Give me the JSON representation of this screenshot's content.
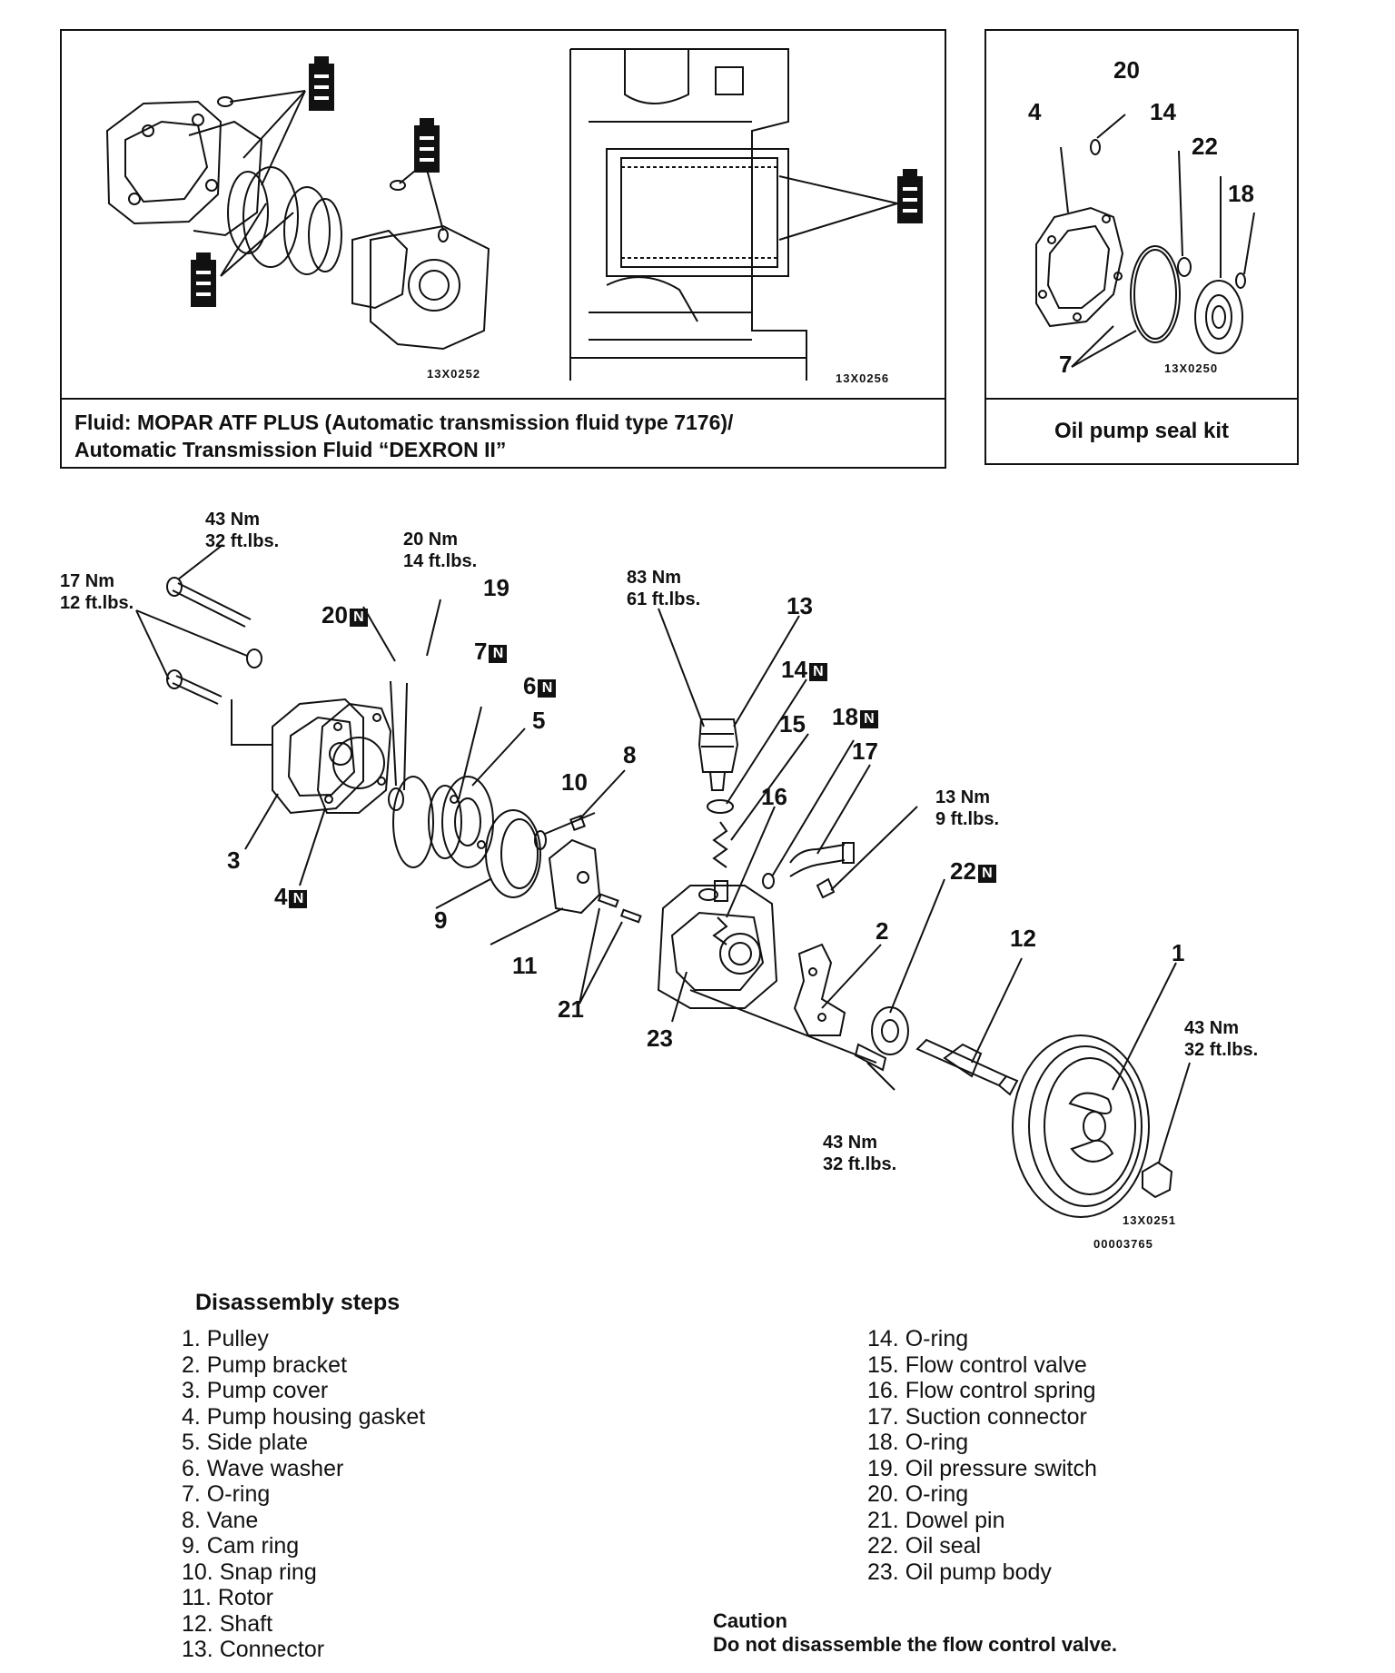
{
  "fluid_panel": {
    "caption_line1": "Fluid: MOPAR ATF PLUS (Automatic transmission fluid type 7176)/",
    "caption_line2": "Automatic Transmission Fluid “DEXRON II”",
    "code_left": "13X0252",
    "code_right": "13X0256"
  },
  "seal_kit_panel": {
    "caption": "Oil pump seal kit",
    "code": "13X0250",
    "labels": {
      "p20": "20",
      "p4": "4",
      "p14": "14",
      "p22": "22",
      "p18": "18",
      "p7": "7"
    }
  },
  "exploded_view": {
    "new_part_mark": "N",
    "part_numbers": {
      "p1": "1",
      "p2": "2",
      "p3": "3",
      "p4": "4",
      "p5": "5",
      "p6": "6",
      "p7": "7",
      "p8": "8",
      "p9": "9",
      "p10": "10",
      "p11": "11",
      "p12": "12",
      "p13": "13",
      "p14": "14",
      "p15": "15",
      "p16": "16",
      "p17": "17",
      "p18": "18",
      "p19": "19",
      "p20": "20",
      "p21": "21",
      "p22": "22",
      "p23": "23"
    },
    "torques": {
      "t43a_nm": "43 Nm",
      "t43a_ft": "32 ft.lbs.",
      "t17_nm": "17 Nm",
      "t17_ft": "12 ft.lbs.",
      "t20_nm": "20 Nm",
      "t20_ft": "14 ft.lbs.",
      "t83_nm": "83 Nm",
      "t83_ft": "61 ft.lbs.",
      "t13_nm": "13 Nm",
      "t13_ft": "9 ft.lbs.",
      "t43b_nm": "43 Nm",
      "t43b_ft": "32 ft.lbs.",
      "t43c_nm": "43 Nm",
      "t43c_ft": "32 ft.lbs."
    },
    "code_1": "13X0251",
    "code_2": "00003765"
  },
  "disassembly": {
    "heading": "Disassembly steps",
    "steps_left": [
      "1. Pulley",
      "2. Pump bracket",
      "3. Pump cover",
      "4. Pump housing gasket",
      "5. Side plate",
      "6. Wave washer",
      "7. O-ring",
      "8. Vane",
      "9. Cam ring",
      "10. Snap ring",
      "11. Rotor",
      "12. Shaft",
      "13. Connector"
    ],
    "steps_right": [
      "14. O-ring",
      "15. Flow control valve",
      "16. Flow control spring",
      "17. Suction connector",
      "18. O-ring",
      "19. Oil pressure switch",
      "20. O-ring",
      "21. Dowel pin",
      "22. Oil seal",
      "23. Oil pump body"
    ]
  },
  "caution": {
    "title": "Caution",
    "text": "Do not disassemble the flow control valve."
  }
}
